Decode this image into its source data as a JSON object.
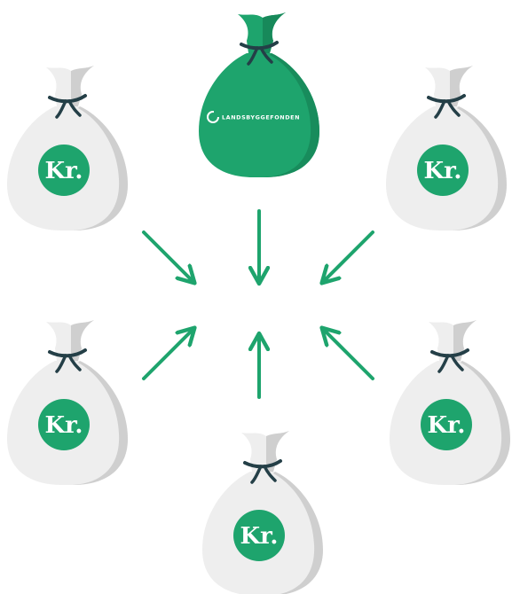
{
  "colors": {
    "bag_fill": "#eeeeee",
    "bag_shade": "#cfcfcf",
    "bag_shade_dark": "#bdbdbd",
    "tie": "#243f47",
    "green": "#1ea46d",
    "green_dark": "#17895a",
    "arrow": "#1ea46d"
  },
  "icons": {
    "money_bag": "money-bag-icon",
    "fund_logo": "landsbyggefonden-logo-icon",
    "arrow": "arrow-icon"
  },
  "central_bag": {
    "brand_label": "LANDSBYGGEFONDEN"
  },
  "money_bags": [
    {
      "position": "top-left",
      "label": "Kr."
    },
    {
      "position": "top-right",
      "label": "Kr."
    },
    {
      "position": "middle-left",
      "label": "Kr."
    },
    {
      "position": "middle-right",
      "label": "Kr."
    },
    {
      "position": "bottom-center",
      "label": "Kr."
    }
  ],
  "arrows": [
    {
      "from": "top-center",
      "direction": "down"
    },
    {
      "from": "top-left",
      "direction": "down-right"
    },
    {
      "from": "top-right",
      "direction": "down-left"
    },
    {
      "from": "middle-left",
      "direction": "up-right"
    },
    {
      "from": "middle-right",
      "direction": "up-left"
    },
    {
      "from": "bottom-center",
      "direction": "up"
    }
  ]
}
